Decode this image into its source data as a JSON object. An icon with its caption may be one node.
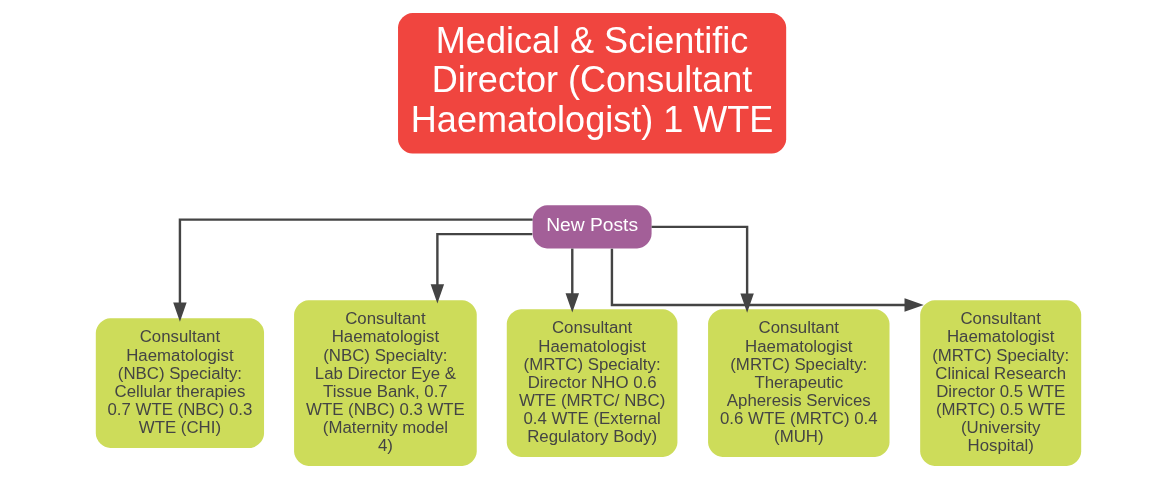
{
  "diagram": {
    "nodes": [
      {
        "text": [
          "Medical & Scientific Director (Consultant Haematologist) 1 WTE"
        ]
      },
      {
        "text": [
          "New Posts"
        ]
      },
      {
        "text": [
          "Consultant Haematologist (NBC) Specialty: Cellular therapies 0.7 WTE (NBC) 0.3 WTE (CHI)"
        ]
      },
      {
        "text": [
          "Consultant Haematologist (NBC) Specialty: Lab Director Eye & Tissue Bank, 0.7 WTE (NBC) 0.3 WTE (Maternity model 4)"
        ]
      },
      {
        "text": [
          "Consultant Haematologist (MRTC) Specialty: Director NHO 0.6 WTE (MRTC/ NBC) 0.4 WTE (External Regulatory Body)"
        ]
      },
      {
        "text": [
          "Consultant Haematologist (MRTC) Specialty: Therapeutic Apheresis Services 0.6 WTE (MRTC) 0.4 (MUH)"
        ]
      },
      {
        "text": [
          "Consultant Haematologist (MRTC) Specialty: Clinical Research Director 0.5 WTE (MRTC) 0.5 WTE (University Hospital)"
        ]
      }
    ],
    "edges": [
      {
        "from": 1,
        "to": 2,
        "arrow": "to"
      },
      {
        "from": 1,
        "to": 3,
        "arrow": "to"
      },
      {
        "from": 1,
        "to": 4,
        "arrow": "to"
      },
      {
        "from": 1,
        "to": 5,
        "arrow": "to"
      },
      {
        "from": 1,
        "to": 6,
        "arrow": "to"
      }
    ]
  }
}
